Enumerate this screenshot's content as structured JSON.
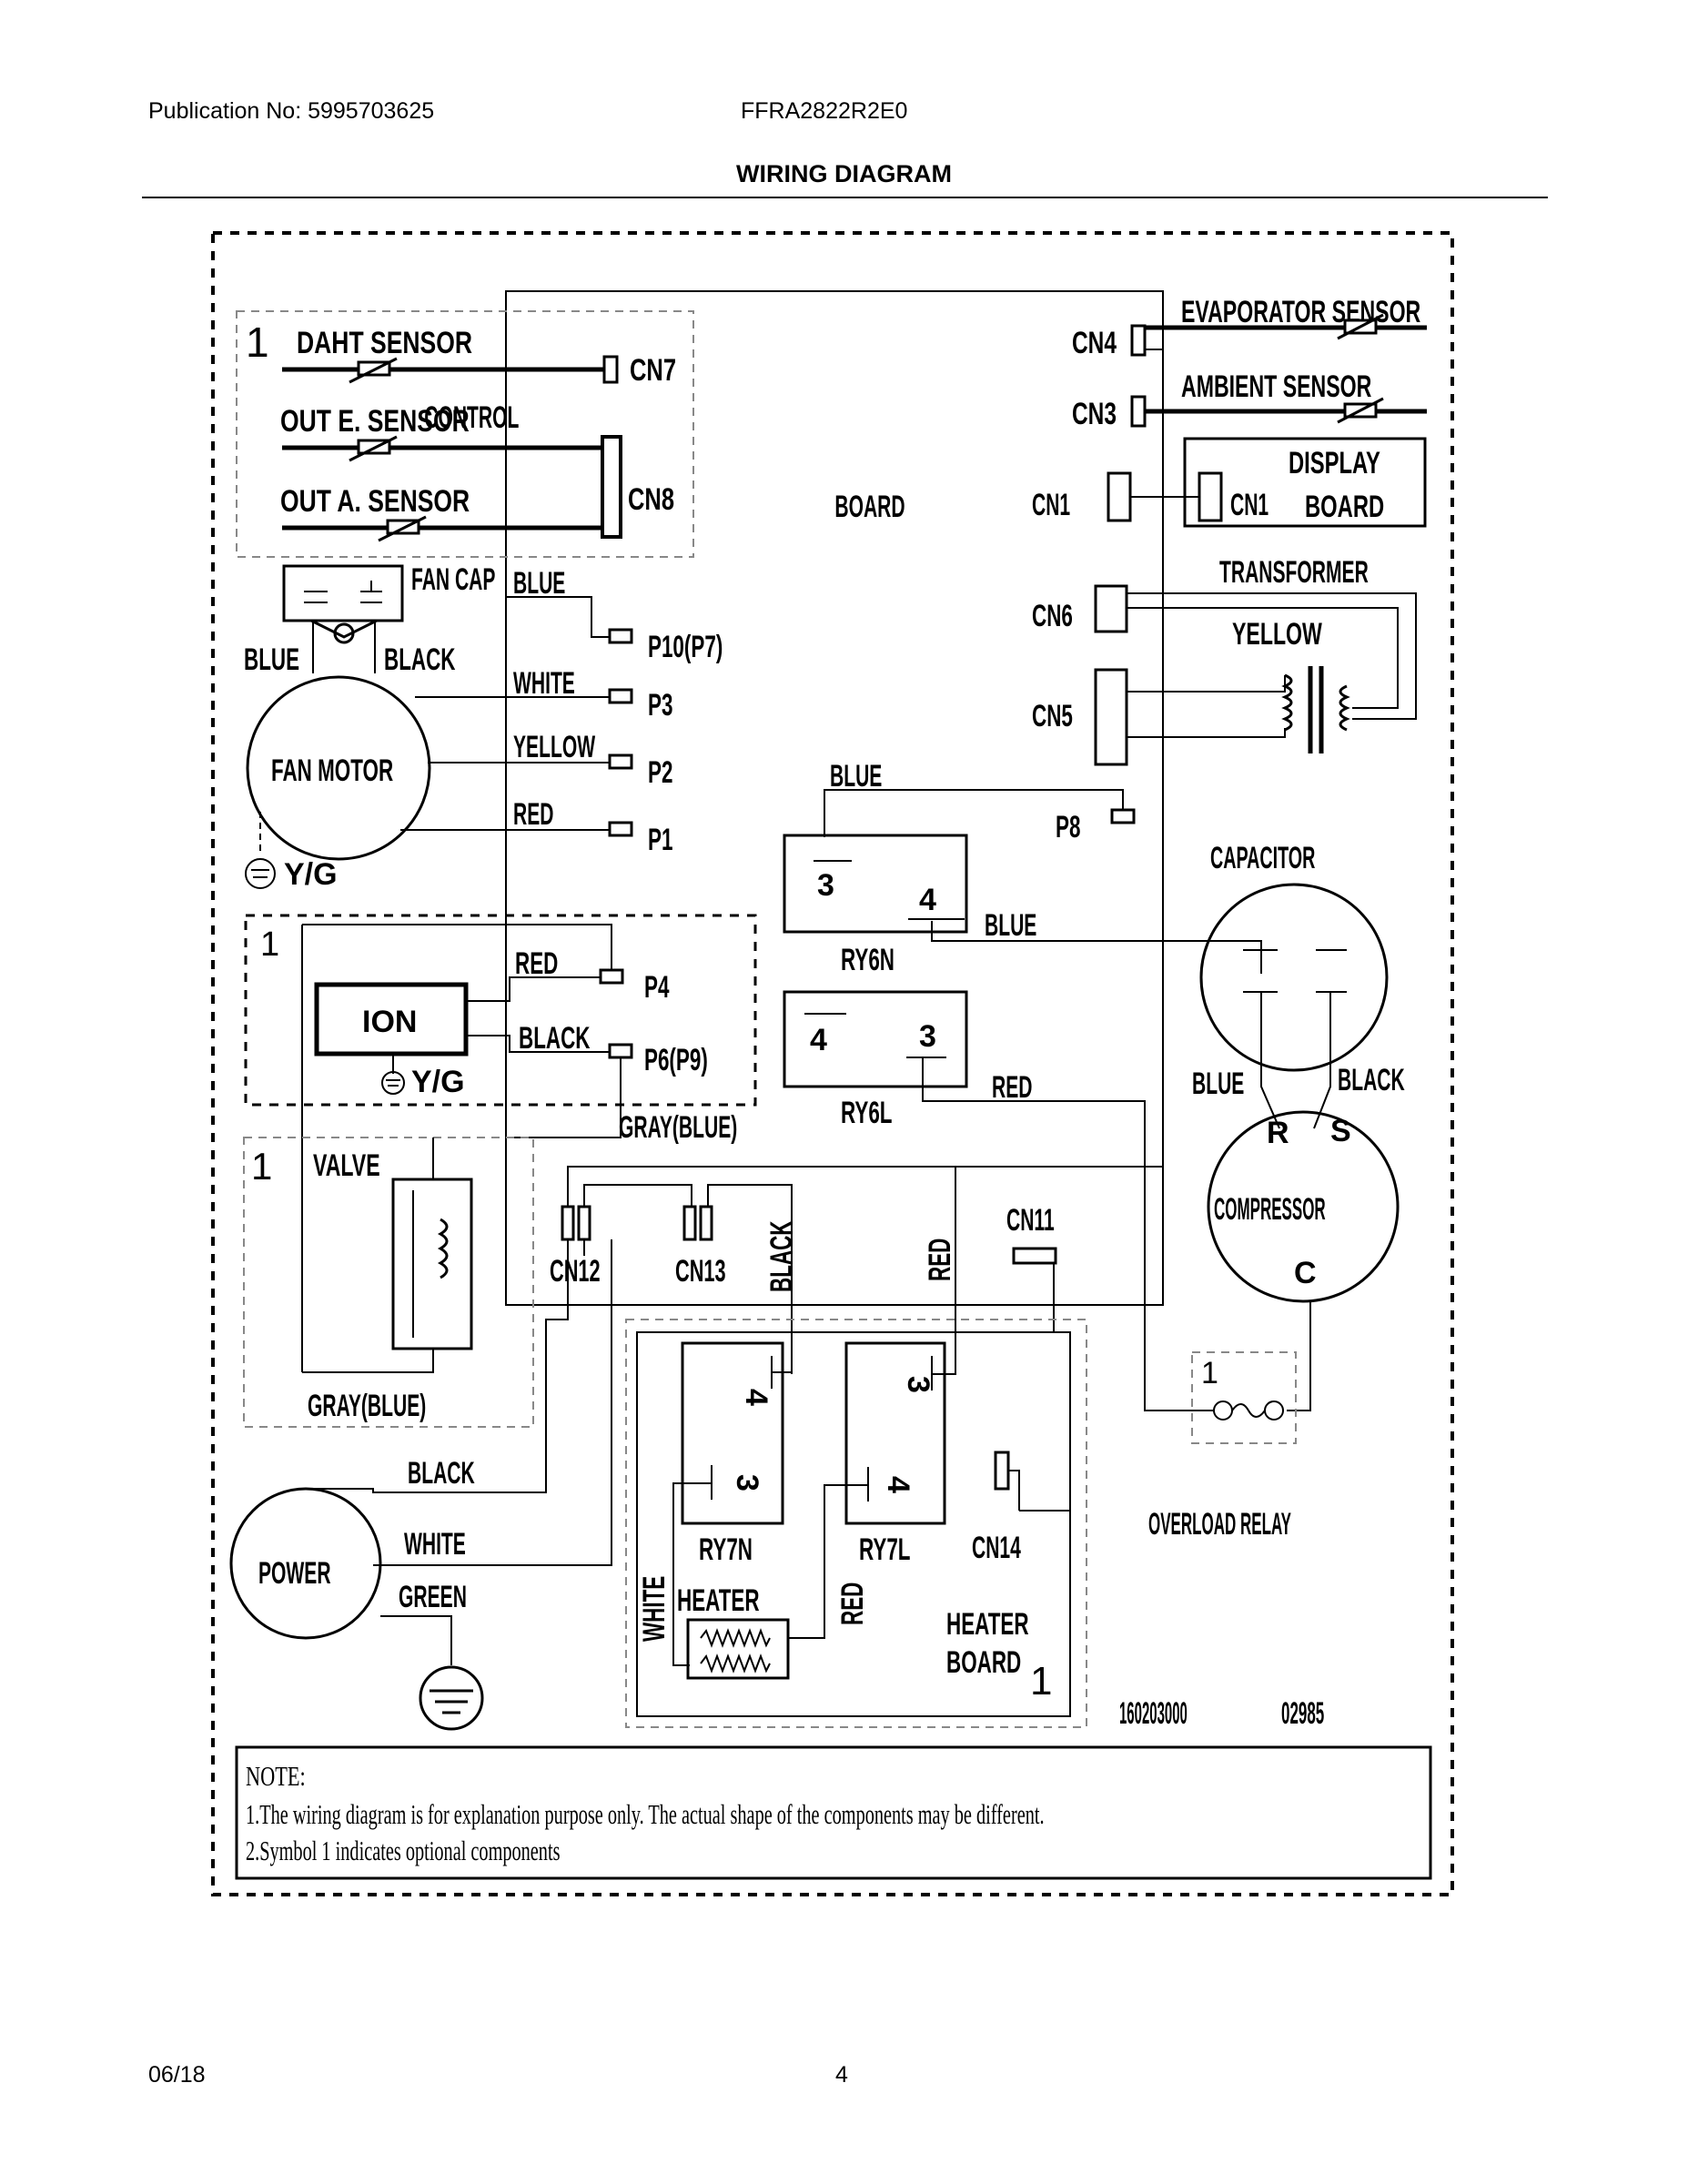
{
  "header": {
    "publication": "Publication No: 5995703625",
    "model": "FFRA2822R2E0",
    "title": "WIRING DIAGRAM"
  },
  "footer": {
    "date": "06/18",
    "page": "4"
  },
  "diagram": {
    "control_board": [
      "CONTROL",
      "BOARD"
    ],
    "optional_symbol": "1",
    "sensors": {
      "daht": "DAHT SENSOR",
      "out_e": "OUT E. SENSOR",
      "out_a": "OUT A. SENSOR",
      "evaporator": "EVAPORATOR SENSOR",
      "ambient": "AMBIENT SENSOR"
    },
    "connectors": {
      "cn7": "CN7",
      "cn8": "CN8",
      "cn4": "CN4",
      "cn3": "CN3",
      "cn1": "CN1",
      "cn6": "CN6",
      "cn5": "CN5",
      "cn11": "CN11",
      "cn12": "CN12",
      "cn13": "CN13",
      "cn14": "CN14",
      "p10": "P10(P7)",
      "p3": "P3",
      "p2": "P2",
      "p1": "P1",
      "p8": "P8",
      "p4": "P4",
      "p6": "P6(P9)"
    },
    "display_board": {
      "cn1": "CN1",
      "line1": "DISPLAY",
      "line2": "BOARD"
    },
    "transformer": "TRANSFORMER",
    "fan_cap": "FAN CAP",
    "fan_motor": "FAN MOTOR",
    "yg": "Y/G",
    "ion": "ION",
    "valve": "VALVE",
    "capacitor": "CAPACITOR",
    "compressor": {
      "name": "COMPRESSOR",
      "r": "R",
      "s": "S",
      "c": "C"
    },
    "overload_relay": "OVERLOAD RELAY",
    "power": "POWER",
    "heater": "HEATER",
    "heater_board": [
      "HEATER",
      "BOARD"
    ],
    "relays": {
      "ry6n": {
        "name": "RY6N",
        "left": "3",
        "right": "4"
      },
      "ry6l": {
        "name": "RY6L",
        "left": "4",
        "right": "3"
      },
      "ry7n": {
        "name": "RY7N",
        "top": "4",
        "bottom": "3"
      },
      "ry7l": {
        "name": "RY7L",
        "top": "3",
        "bottom": "4"
      }
    },
    "wires": {
      "blue": "BLUE",
      "black": "BLACK",
      "white": "WHITE",
      "yellow": "YELLOW",
      "red": "RED",
      "green": "GREEN",
      "gray_blue": "GRAY(BLUE)"
    },
    "code_small": "160203000",
    "code_large": "02985"
  },
  "note": {
    "title": "NOTE:",
    "line1": "1.The wiring diagram is for explanation purpose only. The actual shape of the components may be different.",
    "line2": "2.Symbol 1 indicates optional components"
  }
}
